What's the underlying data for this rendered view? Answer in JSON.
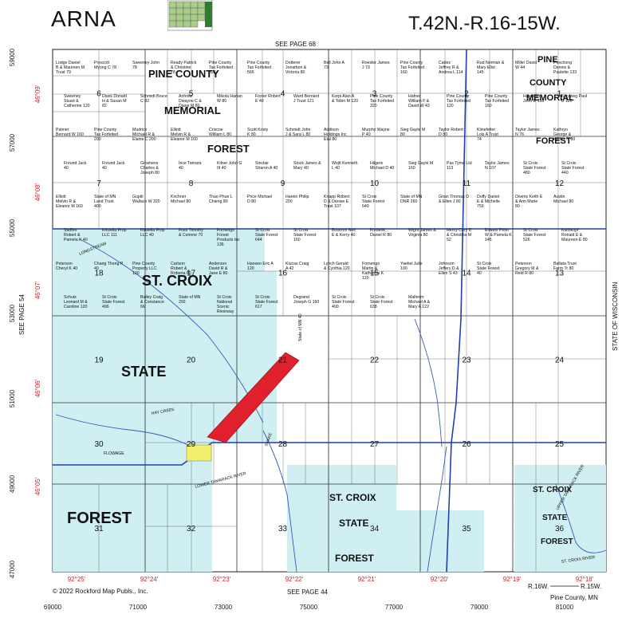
{
  "header": {
    "township_name": "ARNA",
    "township_range": "T.42N.-R.16-15W.",
    "see_page_top": "SEE PAGE 68",
    "see_page_bottom": "SEE PAGE 44",
    "see_page_left": "SEE PAGE 54",
    "state_label": "STATE OF WISCONSIN"
  },
  "axes": {
    "bottom": [
      "69000",
      "71000",
      "73000",
      "75000",
      "77000",
      "79000",
      "81000"
    ],
    "left": [
      "59000",
      "57000",
      "55000",
      "53000",
      "51000",
      "49000",
      "47000"
    ],
    "longitude_ticks": [
      "92°25'",
      "92°24'",
      "92°23'",
      "92°22'",
      "92°21'",
      "92°20'",
      "92°19'",
      "92°18'"
    ],
    "latitude_ticks": [
      "46°09'",
      "46°08'",
      "46°07'",
      "46°06'",
      "46°05'"
    ]
  },
  "footer": {
    "copyright": "© 2022 Rockford Map Publs., Inc.",
    "range_left": "R.16W.",
    "range_right": "R.15W.",
    "county": "Pine County, MN"
  },
  "big_labels": [
    "PINE COUNTY",
    "MEMORIAL",
    "FOREST",
    "PINE",
    "COUNTY",
    "MEMORIAL",
    "FOREST",
    "ST. CROIX",
    "STATE",
    "FOREST",
    "ST. CROIX",
    "STATE",
    "FOREST",
    "ST. CROIX",
    "STATE",
    "FOREST"
  ],
  "section_numbers": [
    "6",
    "5",
    "4",
    "3",
    "2",
    "1",
    "7",
    "8",
    "9",
    "10",
    "11",
    "12",
    "18",
    "17",
    "16",
    "15",
    "14",
    "13",
    "19",
    "20",
    "21",
    "22",
    "23",
    "24",
    "30",
    "29",
    "28",
    "27",
    "26",
    "25",
    "31",
    "32",
    "33",
    "34",
    "35",
    "36"
  ],
  "parcels": [
    "Lodge Daniel B & Maureen M Trust 79",
    "Prescott Myong C 78",
    "Sweeney John 78",
    "Ready Patrick & Christine 78",
    "Pine County Tax Forfeited 323",
    "Pine County Tax Forfeited 566",
    "Dotterer Jonathon & Victoria 80",
    "Bell John A 73",
    "Roesler James J 73",
    "Pine County Tax Forfeited 160",
    "Carlez Jeffrey R & Andrea L 114",
    "Rud Norman & Mary Ellst 145",
    "Miller David W 44",
    "Peschong Dennis & Paulette 133",
    "Sweeney Stuart & Catherine 120",
    "Davis Donald H & Susan M 82",
    "Schmidt Bruce C 82",
    "Anholtz Dwayne C & Diane M 80",
    "Mikola Harlan W 80",
    "Foster Robert E 40",
    "Ward Bernard J Trust 121",
    "Korpi Alan A & Tobin M 120",
    "Pine County Tax Forfeited 320",
    "Hafner William F & David W 43",
    "Pine County Tax Forfeited 120",
    "Pine County Tax Forfeited 160",
    "Hauwiller John E 158",
    "Kurzweg Paul B 120",
    "Palmer Bernard W 160",
    "Pine County Tax Forfeited 200",
    "Mudrick Michael R & Elaine C 200",
    "Elliott Melvin R & Eleanor M 160",
    "Criscoe William L 80",
    "Scott Kristy K 80",
    "Schmidt John J & Sara L 80",
    "Addison Holdings Inc Etal 80",
    "Murphy Wayne P 40",
    "Sieg Gayle M 80",
    "Taylor Robert D 80",
    "Klinefelter Lois A Trust 74",
    "Taylor James N 76",
    "Kathryn George & Kieffer N 80",
    "Freund Jack 40",
    "Freund Jack 40",
    "Groshens Charles & Joseph 80",
    "Ince Tamara 40",
    "Kilner John G III 40",
    "Sinclair Sharon A 40",
    "Stock James & Mary 40",
    "Wojtt Kenneth L 40",
    "Hilgers Michael D 40",
    "Sieg Gayle M 160",
    "Pas Tyme Ltd 113",
    "Taylor James N 107",
    "St Croix State Forest 480",
    "St Croix State Forest 440",
    "Elliott Melvin R & Eleanor M 160",
    "State of MN Land Trust 400",
    "Guptil Wallace W 320",
    "Kirchner Michael 80",
    "Thao Phue L Chieng 80",
    "Price Michael D 80",
    "Harein Philip 200",
    "Knapp Robert D & Denise E Trust 107",
    "St Croix State Forest 640",
    "State of MN DNR 260",
    "Gnan Thomas D & Ellen J 80",
    "Duffy Daniel E & Michelle 759",
    "Owens Keith E & Ann Marie 80",
    "Austin Michael 80",
    "Steffen Robert & Pamela K 40",
    "Kinsella Prop LLC 111",
    "Kinsella Prop LLC 40",
    "Foss Timothy & Corinne 70",
    "Fornengo Forest Products Inc 136",
    "St Croix State Forest 644",
    "St Croix State Forest 160",
    "Bostrom Neil E & Kerry 40",
    "Frederik Daniel R 80",
    "Wight James & Virginia 80",
    "Henry Cory D & Christina M 52",
    "Ellwein Peter W & Pamela K 145",
    "St Croix State Forest 526",
    "Kleinkopf Ronald E & Maureen E 80",
    "Peterson Cheryl K 40",
    "Chang Thong P 40",
    "Pine County Property LLC 120",
    "Carlson Robert & Roberta 80",
    "Anderson David R & Jane E 80",
    "Hansen Eric A 120",
    "Klucas Craig A 42",
    "Lynch Gerald & Cynthia 120",
    "Fornengo Martin & Katherine K 120",
    "Yaekel Julie 100",
    "Johnson Jeffery D & Ellen S 43",
    "St Croix State Forest 40",
    "Peterson Gregory M & Reid R 80",
    "Ballata Trust Farm Tr 80",
    "Schutz Leonard M & Caroline 120",
    "St Croix State Forest 496",
    "Bailey Craig & Constance 66",
    "State of MN 292",
    "St Croix National Scenic Riverway",
    "St Croix State Forest 617",
    "Degrand Joseph G 160",
    "St Croix State Forest 400",
    "St Croix State Forest 638",
    "Malheim Michael A & Mary A 122"
  ],
  "highlight": {
    "color": "#e0202c",
    "label": "State of MN 40"
  },
  "water_labels": [
    "LONGSTREAM",
    "HAY CREEK",
    "FLOWAGE",
    "SNAKE",
    "LOWER TAMARACK RIVER",
    "UPPER TAMARACK RIVER",
    "ST. CROIX RIVER"
  ],
  "colors": {
    "state_forest": "#cfeff2",
    "road": "#1f3fae",
    "river": "#3a58b8",
    "parcel_highlight": "#e0202c",
    "inset": "#a9cc8b"
  }
}
